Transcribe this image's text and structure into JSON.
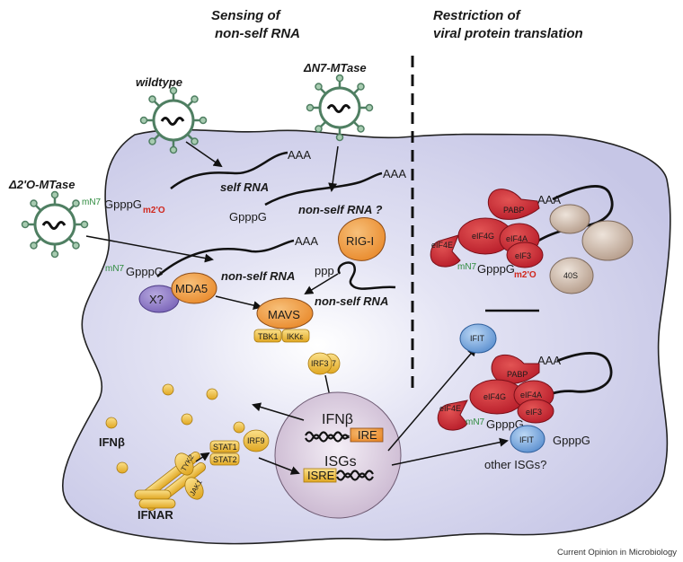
{
  "headings": {
    "sensing": [
      "Sensing of",
      "non-self RNA"
    ],
    "restriction": [
      "Restriction of",
      "viral protein translation"
    ]
  },
  "viruses": {
    "wildtype": "wildtype",
    "dn7": "ΔN7-MTase",
    "d2o": "Δ2'O-MTase"
  },
  "rna": {
    "self_label": "self RNA",
    "nonself_q": "non-self RNA ?",
    "nonself": "non-self RNA",
    "aaa": "AAA",
    "gpppg": "GpppG",
    "cap_mn7": "mN7",
    "cap_m2o": "m2'O",
    "ppp": "ppp"
  },
  "proteins": {
    "rigi": "RIG-I",
    "mda5": "MDA5",
    "x": "X?",
    "mavs": "MAVS",
    "tbk1": "TBK1",
    "ikke": "IKKε",
    "irf3": "IRF3",
    "irf7": "7",
    "irf9": "IRF9",
    "stat1": "STAT1",
    "stat2": "STAT2",
    "tyk2": "TYK2",
    "jak1": "JAK1",
    "ifnb": "IFNβ",
    "ifnar": "IFNAR",
    "pabp": "PABP",
    "eif4g": "eIF4G",
    "eif4a": "eIF4A",
    "eif4e": "eIF4E",
    "eif3": "eIF3",
    "s40": "40S",
    "ifit": "IFIT"
  },
  "nucleus": {
    "ifnb": "IFNβ",
    "ire": "IRE",
    "isgs": "ISGs",
    "isre": "ISRE"
  },
  "other_isgs": "other ISGs?",
  "credit": "Current Opinion in Microbiology"
}
